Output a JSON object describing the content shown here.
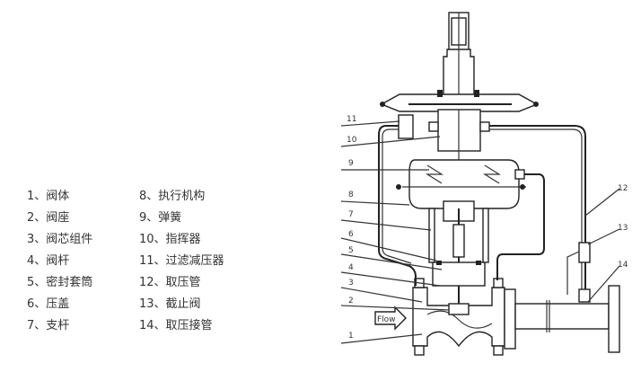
{
  "legend": [
    {
      "num": "1、",
      "name": "阀体"
    },
    {
      "num": "2、",
      "name": "阀座"
    },
    {
      "num": "3、",
      "name": "阀芯组件"
    },
    {
      "num": "4、",
      "name": "阀杆"
    },
    {
      "num": "5、",
      "name": "密封套筒"
    },
    {
      "num": "6、",
      "name": "压盖"
    },
    {
      "num": "7、",
      "name": "支杆"
    },
    {
      "num": "8、",
      "name": "执行机构"
    },
    {
      "num": "9、",
      "name": "弹簧"
    },
    {
      "num": "10、",
      "name": "指挥器"
    },
    {
      "num": "11、",
      "name": "过滤减压器"
    },
    {
      "num": "12、",
      "name": "取压管"
    },
    {
      "num": "13、",
      "name": "截止阀"
    },
    {
      "num": "14、",
      "name": "取压接管"
    }
  ],
  "callouts": {
    "c1": "1",
    "c2": "2",
    "c3": "3",
    "c4": "4",
    "c5": "5",
    "c6": "6",
    "c7": "7",
    "c8": "8",
    "c9": "9",
    "c10": "10",
    "c11": "11",
    "c12": "12",
    "c13": "13",
    "c14": "14"
  },
  "flow_label": "Flow"
}
